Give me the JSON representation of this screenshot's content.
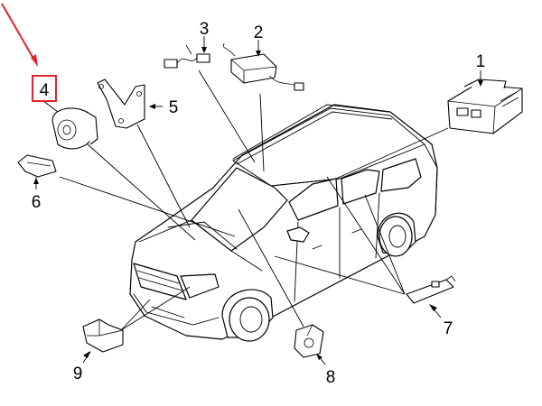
{
  "callouts": [
    "1",
    "2",
    "3",
    "4",
    "5",
    "6",
    "7",
    "8",
    "9"
  ],
  "highlight": {
    "target": "4",
    "box_color": "#e8222a",
    "arrow_color": "#e8222a"
  },
  "line_color": "#000000",
  "icons": {
    "vehicle": "suv-outline-icon",
    "part_1": "control-module-icon",
    "part_2": "receiver-module-icon",
    "part_3": "wire-connector-icon",
    "part_4": "siren-horn-icon",
    "part_5": "mounting-bracket-icon",
    "part_6": "wiring-clip-icon",
    "part_7": "antenna-module-icon",
    "part_8": "tilt-sensor-icon",
    "part_9": "sensor-bracket-icon"
  }
}
